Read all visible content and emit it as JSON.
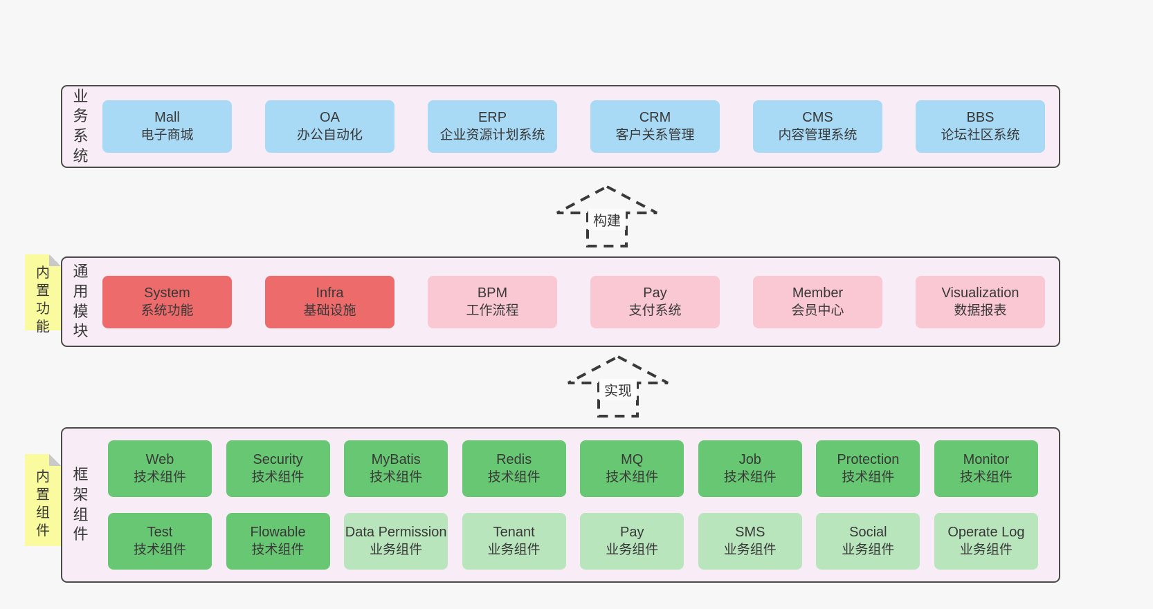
{
  "colors": {
    "page_bg": "#f7f7f7",
    "panel_bg": "#f8edf6",
    "panel_border": "#4a4a4a",
    "blue": "#a9daf5",
    "red": "#ee6b6b",
    "pink": "#fac8d2",
    "green": "#68c772",
    "light_green": "#b9e5bd",
    "note_yellow": "#fafa9e",
    "note_fold": "#c9c9c9",
    "text": "#383838"
  },
  "arrows": [
    {
      "label": "构建"
    },
    {
      "label": "实现"
    }
  ],
  "layers": {
    "business": {
      "label": "业务系统",
      "items": [
        {
          "name": "Mall",
          "desc": "电子商城",
          "variant": "blue"
        },
        {
          "name": "OA",
          "desc": "办公自动化",
          "variant": "blue"
        },
        {
          "name": "ERP",
          "desc": "企业资源计划系统",
          "variant": "blue"
        },
        {
          "name": "CRM",
          "desc": "客户关系管理",
          "variant": "blue"
        },
        {
          "name": "CMS",
          "desc": "内容管理系统",
          "variant": "blue"
        },
        {
          "name": "BBS",
          "desc": "论坛社区系统",
          "variant": "blue"
        }
      ]
    },
    "modules": {
      "label": "通用模块",
      "note": "内置功能",
      "items": [
        {
          "name": "System",
          "desc": "系统功能",
          "variant": "red"
        },
        {
          "name": "Infra",
          "desc": "基础设施",
          "variant": "red"
        },
        {
          "name": "BPM",
          "desc": "工作流程",
          "variant": "pink"
        },
        {
          "name": "Pay",
          "desc": "支付系统",
          "variant": "pink"
        },
        {
          "name": "Member",
          "desc": "会员中心",
          "variant": "pink"
        },
        {
          "name": "Visualization",
          "desc": "数据报表",
          "variant": "pink"
        }
      ]
    },
    "framework": {
      "label": "框架组件",
      "note": "内置组件",
      "items": [
        {
          "name": "Web",
          "desc": "技术组件",
          "variant": "green"
        },
        {
          "name": "Security",
          "desc": "技术组件",
          "variant": "green"
        },
        {
          "name": "MyBatis",
          "desc": "技术组件",
          "variant": "green"
        },
        {
          "name": "Redis",
          "desc": "技术组件",
          "variant": "green"
        },
        {
          "name": "MQ",
          "desc": "技术组件",
          "variant": "green"
        },
        {
          "name": "Job",
          "desc": "技术组件",
          "variant": "green"
        },
        {
          "name": "Protection",
          "desc": "技术组件",
          "variant": "green"
        },
        {
          "name": "Monitor",
          "desc": "技术组件",
          "variant": "green"
        },
        {
          "name": "Test",
          "desc": "技术组件",
          "variant": "green"
        },
        {
          "name": "Flowable",
          "desc": "技术组件",
          "variant": "green"
        },
        {
          "name": "Data Permission",
          "desc": "业务组件",
          "variant": "light_green"
        },
        {
          "name": "Tenant",
          "desc": "业务组件",
          "variant": "light_green"
        },
        {
          "name": "Pay",
          "desc": "业务组件",
          "variant": "light_green"
        },
        {
          "name": "SMS",
          "desc": "业务组件",
          "variant": "light_green"
        },
        {
          "name": "Social",
          "desc": "业务组件",
          "variant": "light_green"
        },
        {
          "name": "Operate Log",
          "desc": "业务组件",
          "variant": "light_green"
        }
      ]
    }
  }
}
